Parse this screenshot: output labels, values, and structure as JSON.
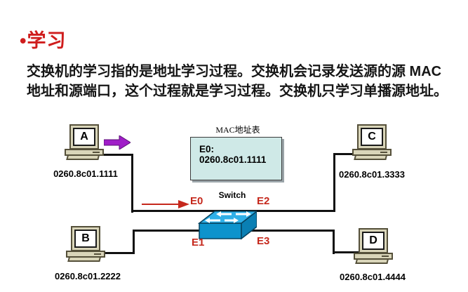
{
  "title": "•学习",
  "paragraph": {
    "line1": "交换机的学习指的是地址学习过程。交换机会记录发送源的源 MAC",
    "line2": "地址和源端口，这个过程就是学习过程。交换机只学习单播源地址。"
  },
  "mac_table": {
    "title": "MAC地址表",
    "entry": "E0: 0260.8c01.1111"
  },
  "switch": {
    "label": "Switch",
    "ports": {
      "e0": "E0",
      "e1": "E1",
      "e2": "E2",
      "e3": "E3"
    }
  },
  "hosts": [
    {
      "name": "A",
      "mac": "0260.8c01.1111"
    },
    {
      "name": "B",
      "mac": "0260.8c01.2222"
    },
    {
      "name": "C",
      "mac": "0260.8c01.3333"
    },
    {
      "name": "D",
      "mac": "0260.8c01.4444"
    }
  ],
  "colors": {
    "accent-red": "#cf1d1d",
    "diagram-red": "#c5281c",
    "purple-arrow": "#a01ec8",
    "switch-top": "#2fb0e8",
    "switch-front": "#0d93cc",
    "switch-side": "#0a7fb4",
    "table-fill": "#cfe9e7",
    "pc-body": "#d9d5b9",
    "pc-border": "#55503a",
    "cable": "#111111"
  }
}
